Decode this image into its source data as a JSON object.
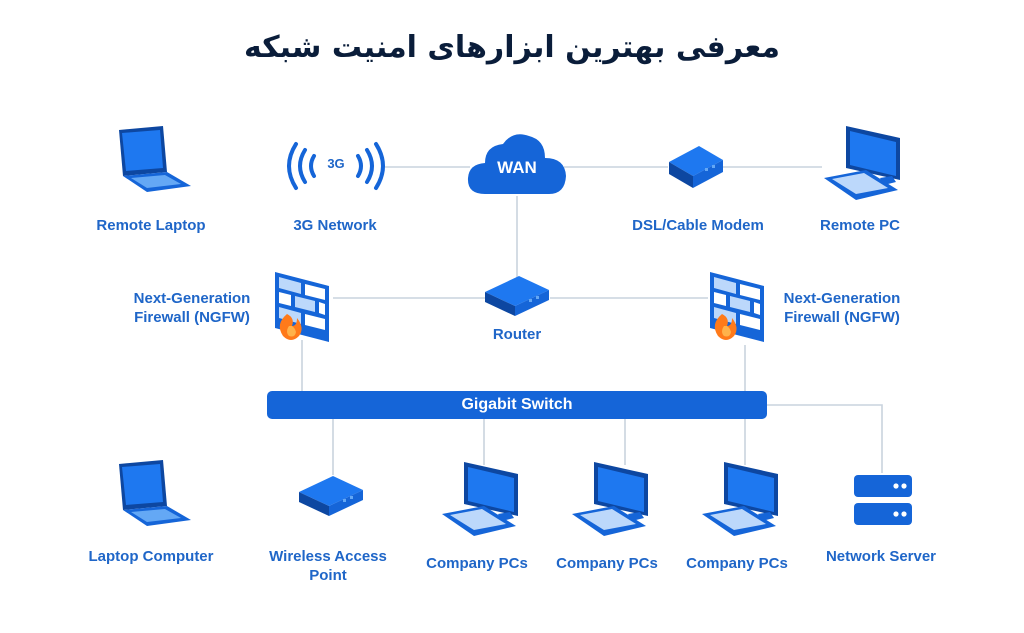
{
  "title": "معرفی بهترین ابزارهای امنیت شبکه",
  "colors": {
    "primary": "#1565d8",
    "dark": "#0d47a1",
    "light": "#64a8f5",
    "line": "#c9d3de",
    "label": "#1f66c8",
    "fire": "#ff7a1a",
    "title": "#0a1d3a"
  },
  "network": {
    "wan": {
      "label": "WAN",
      "icon": "cloud-icon"
    },
    "g3_badge": "3G",
    "switch_label": "Gigabit Switch"
  },
  "nodes": {
    "remote_laptop": {
      "label": "Remote Laptop",
      "icon": "laptop-icon"
    },
    "network_3g": {
      "label": "3G Network",
      "icon": "signal-icon"
    },
    "dsl_modem": {
      "label": "DSL/Cable Modem",
      "icon": "modem-icon"
    },
    "remote_pc": {
      "label": "Remote PC",
      "icon": "desktop-pc-icon"
    },
    "firewall_left": {
      "label_line1": "Next-Generation",
      "label_line2": "Firewall (NGFW)",
      "icon": "firewall-icon"
    },
    "router": {
      "label": "Router",
      "icon": "router-icon"
    },
    "firewall_right": {
      "label_line1": "Next-Generation",
      "label_line2": "Firewall (NGFW)",
      "icon": "firewall-icon"
    },
    "laptop_computer": {
      "label": "Laptop Computer",
      "icon": "laptop-icon"
    },
    "wireless_ap": {
      "label_line1": "Wireless Access",
      "label_line2": "Point",
      "icon": "access-point-icon"
    },
    "company_pcs_1": {
      "label": "Company PCs",
      "icon": "desktop-pc-icon"
    },
    "company_pcs_2": {
      "label": "Company PCs",
      "icon": "desktop-pc-icon"
    },
    "company_pcs_3": {
      "label": "Company PCs",
      "icon": "desktop-pc-icon"
    },
    "network_server": {
      "label": "Network Server",
      "icon": "server-icon"
    }
  }
}
